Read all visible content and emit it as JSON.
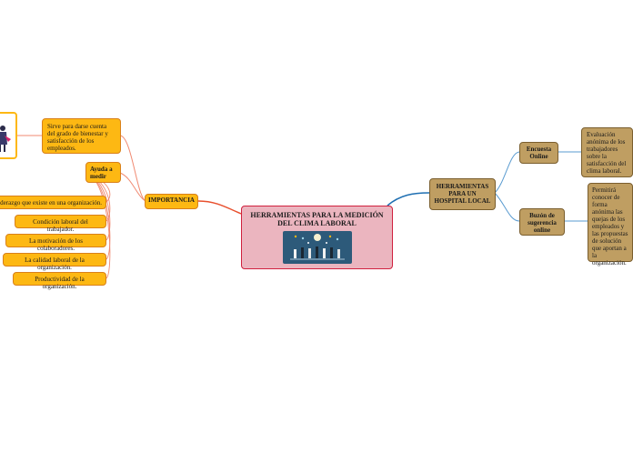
{
  "center": {
    "title": "HERRAMIENTAS PARA LA MEDICIÓN DEL CLIMA LABORAL",
    "image_icon": "business-team-lightbulb-illustration"
  },
  "left": {
    "importancia": "IMPORTANCIA",
    "sirve": "Sirve para darse cuenta del grado de bienestar y satisfacción de los empleados.",
    "sirve_image_icon": "person-illustration",
    "ayuda": "Ayuda a medir",
    "items": [
      "liderazgo que existe en una organización.",
      "Condición laboral del trabajador.",
      "La motivación de los colaboradores.",
      "La calidad laboral de la organización.",
      "Productividad de la organización."
    ]
  },
  "right": {
    "hospital": "HERRAMIENTAS PARA UN HOSPITAL LOCAL",
    "encuesta": "Encuesta Online",
    "encuesta_desc": "Evaluación anónima de los trabajadores sobre la satisfacción del clima laboral.",
    "buzon": "Buzón de sugerencia online",
    "buzon_desc": "Permitirá conocer de forma anónima las quejas de los empleados y las propuestas de solución que aportan a la organización."
  },
  "colors": {
    "orange_fill": "#fdb813",
    "orange_link": "#f08a72",
    "brown_fill": "#bf9e62",
    "blue_link": "#1f6fb2",
    "center_fill": "#ebb5bf",
    "center_border": "#d0203e"
  }
}
